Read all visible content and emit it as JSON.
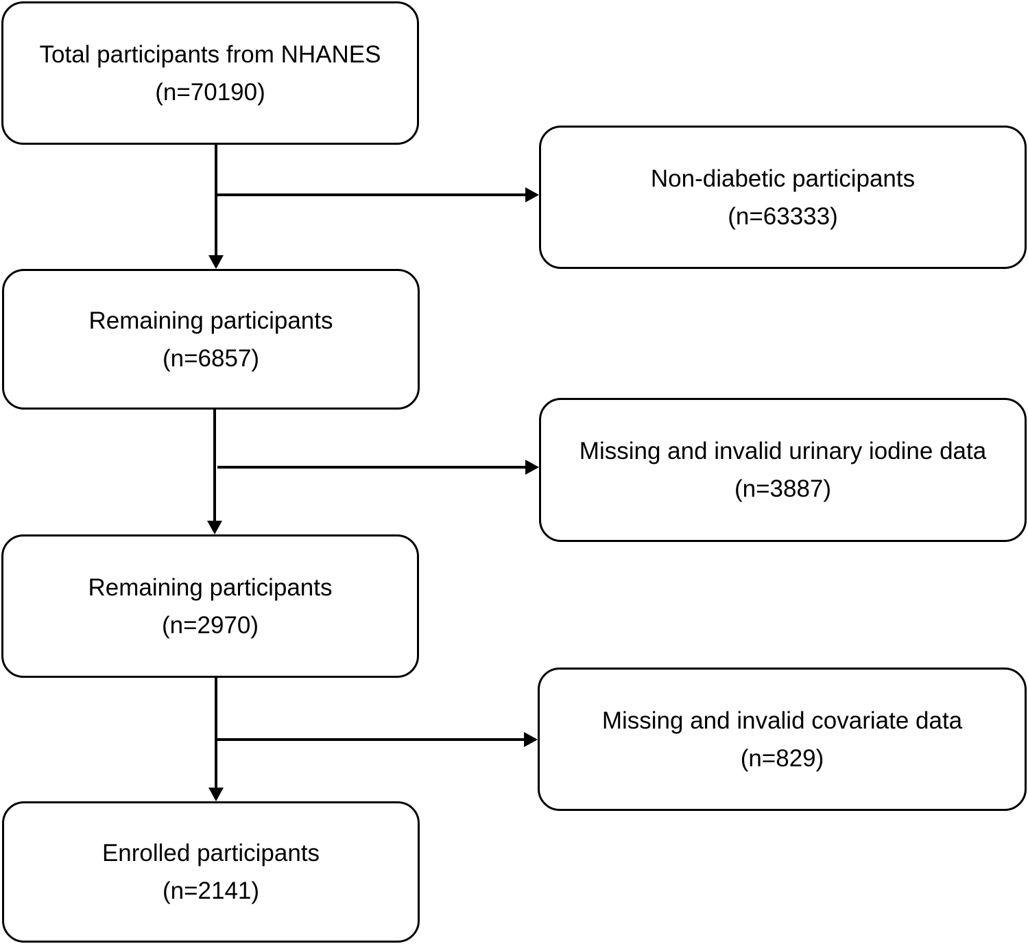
{
  "flow": {
    "total": {
      "label": "Total participants from NHANES",
      "count": "(n=70190)"
    },
    "remaining_1": {
      "label": "Remaining participants",
      "count": "(n=6857)"
    },
    "remaining_2": {
      "label": "Remaining participants",
      "count": "(n=2970)"
    },
    "enrolled": {
      "label": "Enrolled participants",
      "count": "(n=2141)"
    }
  },
  "exclusions": {
    "non_diabetic": {
      "label": "Non-diabetic participants",
      "count": "(n=63333)"
    },
    "urinary_iodine": {
      "label": "Missing and invalid urinary iodine data",
      "count": "(n=3887)"
    },
    "covariate": {
      "label": "Missing and invalid covariate data",
      "count": "(n=829)"
    }
  },
  "colors": {
    "stroke": "#000000",
    "background": "#ffffff"
  }
}
